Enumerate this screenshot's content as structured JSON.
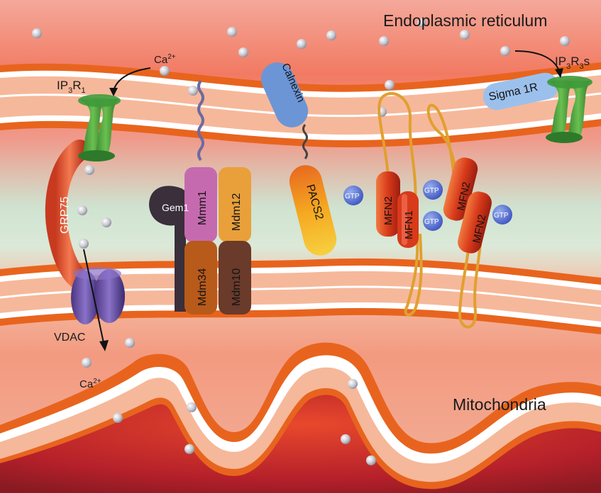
{
  "regions": {
    "er": "Endoplasmic reticulum",
    "mito": "Mitochondria"
  },
  "labels": {
    "ip3r1_base": "IP",
    "ip3r1_sub3": "3",
    "ip3r1_r": "R",
    "ip3r1_sub1": "1",
    "ip3r3_base": "IP",
    "ip3r3_sub3": "3",
    "ip3r3_r": "R",
    "ip3r3_sub3b": "3",
    "ip3r3_tail": "s",
    "ca_top_base": "Ca",
    "ca_top_sup": "2+",
    "ca_bot_base": "Ca",
    "ca_bot_sup": "2+",
    "grp75": "GRP75",
    "vdac": "VDAC",
    "gem1": "Gem1",
    "mmm1": "Mmm1",
    "mdm12": "Mdm12",
    "mdm34": "Mdm34",
    "mdm10": "Mdm10",
    "calnexin": "Calnexin",
    "pacs2": "PACS2",
    "sigma1r": "Sigma 1R",
    "mfn2_a": "MFN2",
    "mfn1": "MFN1",
    "mfn2_b": "MFN2",
    "mfn2_c": "MFN2",
    "gtp_1": "GTP",
    "gtp_2": "GTP",
    "gtp_3": "GTP",
    "gtp_4": "GTP"
  },
  "colors": {
    "membrane_head": "#e8641e",
    "membrane_tail": "#ffffff",
    "ip3r_channel": "#3f9a3a",
    "vdac_channel": "#6a4aa0",
    "gem1": "#3a2f3a",
    "mmm1": "#c66ab0",
    "mdm12": "#e9a03a",
    "mdm34": "#b85a1a",
    "mdm10": "#6a3a2a",
    "calnexin": "#6c95d6",
    "pacs2": "#f0a020",
    "sigma1r": "#9cc0ec",
    "mfn": "#d83a1a",
    "gtp": "#5a74d8",
    "calcium_ion": "#d0d0d8"
  }
}
